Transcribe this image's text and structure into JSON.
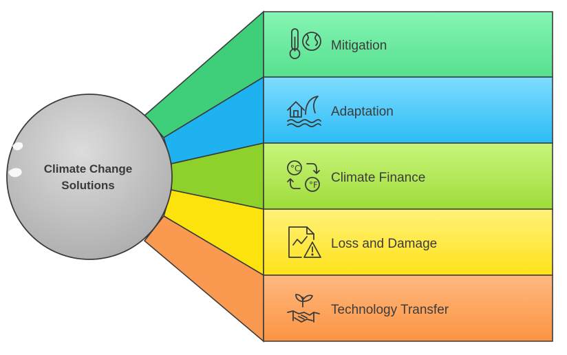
{
  "hub": {
    "line1": "Climate Change",
    "line2": "Solutions"
  },
  "items": [
    {
      "label": "Mitigation",
      "icon": "thermometer-globe-icon",
      "color_top": "#86f5b4",
      "color_bottom": "#56e08e",
      "fan_color": "#3fcf7a"
    },
    {
      "label": "Adaptation",
      "icon": "house-wave-icon",
      "color_top": "#7fdcff",
      "color_bottom": "#2bbcf5",
      "fan_color": "#1fb2f0"
    },
    {
      "label": "Climate Finance",
      "icon": "temperature-exchange-icon",
      "color_top": "#c9f57a",
      "color_bottom": "#9fdc3a",
      "fan_color": "#8fd12b"
    },
    {
      "label": "Loss and Damage",
      "icon": "chart-warning-icon",
      "color_top": "#fff27a",
      "color_bottom": "#ffe21a",
      "fan_color": "#fde30e"
    },
    {
      "label": "Technology Transfer",
      "icon": "handshake-plant-icon",
      "color_top": "#ffb880",
      "color_bottom": "#fb9442",
      "fan_color": "#f99a50"
    }
  ]
}
